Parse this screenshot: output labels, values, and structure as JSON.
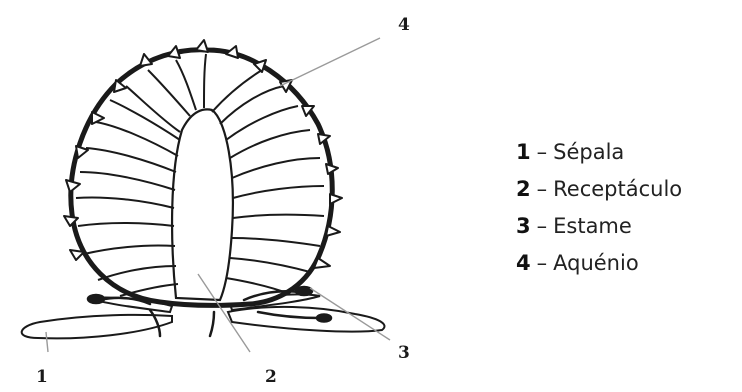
{
  "diagram": {
    "callouts": [
      {
        "number": "1",
        "target": "sepal"
      },
      {
        "number": "2",
        "target": "receptacle"
      },
      {
        "number": "3",
        "target": "stamen"
      },
      {
        "number": "4",
        "target": "achene"
      }
    ]
  },
  "legend": {
    "separator": "–",
    "items": [
      {
        "number": "1",
        "label": "Sépala"
      },
      {
        "number": "2",
        "label": "Receptáculo"
      },
      {
        "number": "3",
        "label": "Estame"
      },
      {
        "number": "4",
        "label": "Aquénio"
      }
    ]
  },
  "colors": {
    "line": "#1a1a1a",
    "leader": "#999999",
    "fill": "#ffffff"
  }
}
